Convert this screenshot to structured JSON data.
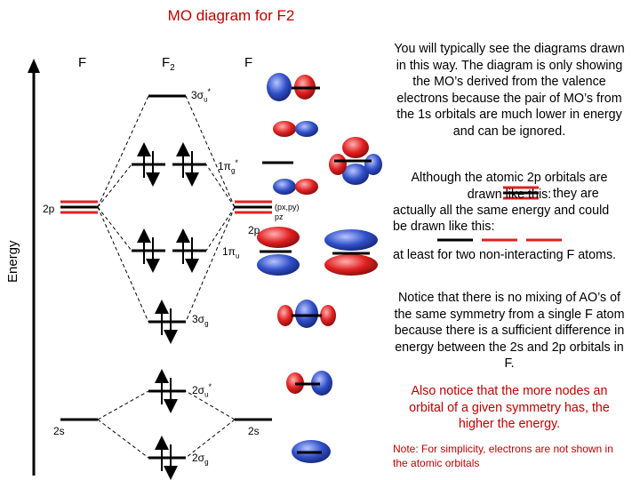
{
  "title": "MO diagram for F2",
  "axis_label": "Energy",
  "atoms": {
    "left": "F",
    "center": "F",
    "center_sub": "2",
    "right": "F"
  },
  "atomic_labels": {
    "left_2p": "2p",
    "right_2p": "2p",
    "left_2s": "2s",
    "right_2s": "2s",
    "orbital_components": "(px,py)",
    "orbital_pz": "pz"
  },
  "mo_labels": [
    {
      "id": "3su_star",
      "base": "3σ",
      "sub": "u",
      "sup": "*"
    },
    {
      "id": "1pg_star",
      "base": "1π",
      "sub": "g",
      "sup": "*"
    },
    {
      "id": "1pu",
      "base": "1π",
      "sub": "u",
      "sup": ""
    },
    {
      "id": "3sg",
      "base": "3σ",
      "sub": "g",
      "sup": ""
    },
    {
      "id": "2su_star",
      "base": "2σ",
      "sub": "u",
      "sup": "*"
    },
    {
      "id": "2sg",
      "base": "2σ",
      "sub": "g",
      "sup": ""
    }
  ],
  "panel": {
    "para1": "You will typically see the diagrams drawn in this way.  The diagram is only showing the MO’s derived from the valence electrons because the pair of MO’s from the 1s orbitals are much lower in energy and can be ignored.",
    "para2a": "Although the atomic 2p orbitals are drawn like this:",
    "para2b": "they are actually all the same energy and could be drawn like this:",
    "para2c": "at least for two non-interacting F atoms.",
    "para3": "Notice that there is no mixing of AO’s of the same symmetry from a single F atom because there is a sufficient difference in energy between the 2s and 2p orbitals in F.",
    "para4": "Also notice that the more nodes an orbital of a given symmetry has, the higher the energy.",
    "note": "Note: For simplicity, electrons are not shown in the atomic orbitals"
  },
  "colors": {
    "title": "#c00000",
    "orbital_red": "#e02020",
    "orbital_blue": "#3050c8",
    "note_red": "#c00000"
  }
}
